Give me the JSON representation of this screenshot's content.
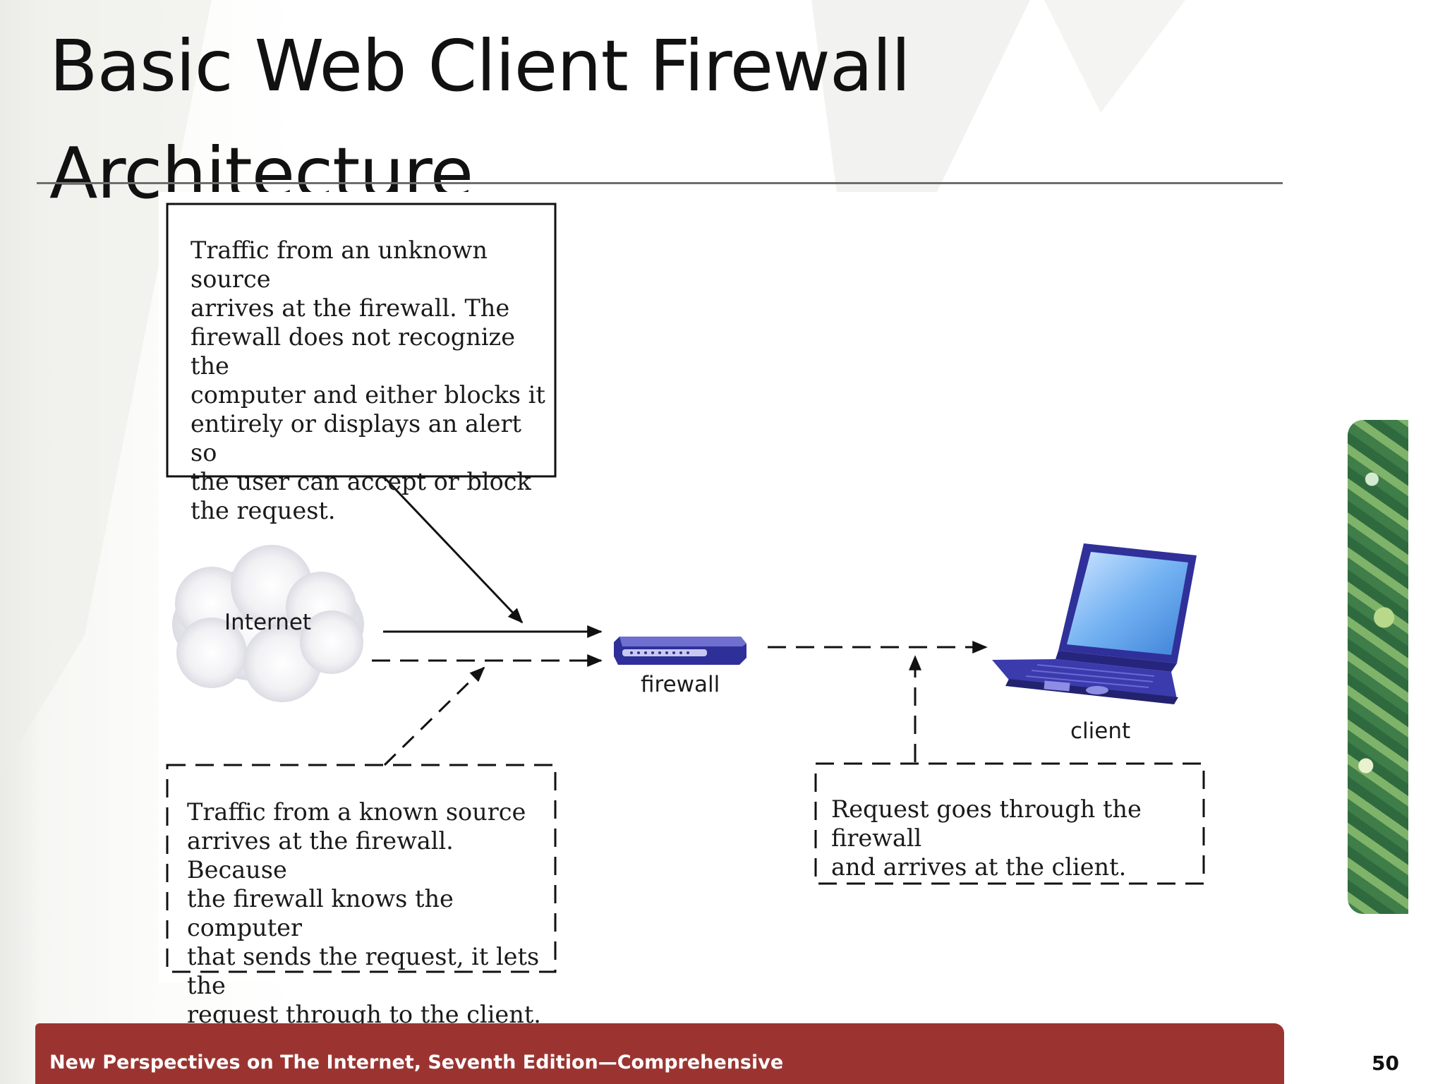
{
  "slide": {
    "title": "Basic Web Client Firewall Architecture",
    "footer": "New Perspectives on The Internet, Seventh Edition—Comprehensive",
    "page_number": "50"
  },
  "diagram": {
    "note_unknown_source": "Traffic from an unknown source\narrives at the firewall. The\nfirewall does not recognize the\ncomputer and either blocks it\nentirely or displays an alert so\nthe user can accept or block\nthe request.",
    "note_known_source": "Traffic from a known source\narrives at the firewall. Because\nthe firewall knows the computer\nthat sends the request, it lets the\nrequest through to the client.",
    "note_client": "Request goes through the firewall\nand arrives at the client.",
    "label_internet": "Internet",
    "label_firewall": "firewall",
    "label_client": "client"
  },
  "colors": {
    "footer_bar": "#9b3431",
    "firewall_device": "#2f2f9a",
    "laptop_screen": "#6fb0f0"
  },
  "icons": [
    "internet-cloud-icon",
    "firewall-device-icon",
    "laptop-client-icon"
  ]
}
